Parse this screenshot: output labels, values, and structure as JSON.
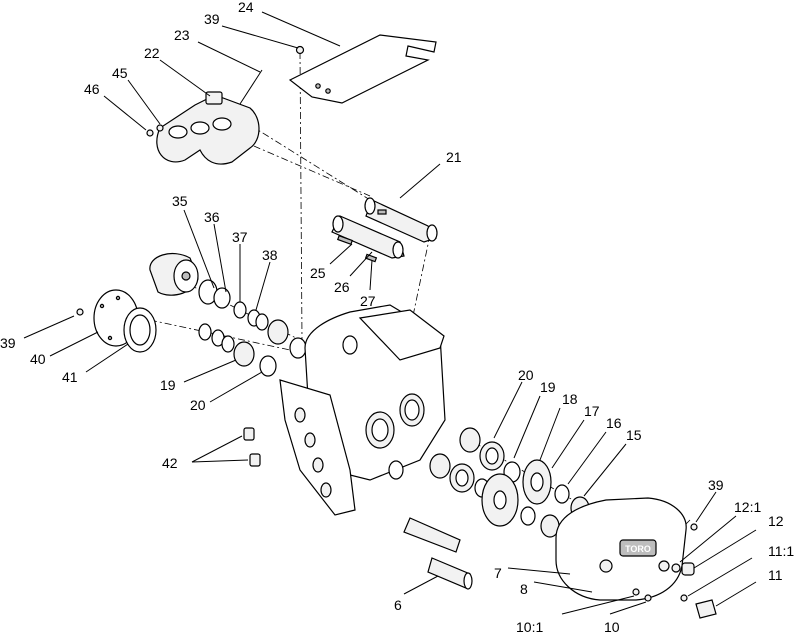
{
  "callouts": [
    {
      "id": "l24",
      "text": "24"
    },
    {
      "id": "l39a",
      "text": "39"
    },
    {
      "id": "l23",
      "text": "23"
    },
    {
      "id": "l22",
      "text": "22"
    },
    {
      "id": "l45",
      "text": "45"
    },
    {
      "id": "l46",
      "text": "46"
    },
    {
      "id": "l21",
      "text": "21"
    },
    {
      "id": "l35",
      "text": "35"
    },
    {
      "id": "l36",
      "text": "36"
    },
    {
      "id": "l37",
      "text": "37"
    },
    {
      "id": "l38",
      "text": "38"
    },
    {
      "id": "l25",
      "text": "25"
    },
    {
      "id": "l26",
      "text": "26"
    },
    {
      "id": "l27",
      "text": "27"
    },
    {
      "id": "l39b",
      "text": "39"
    },
    {
      "id": "l40",
      "text": "40"
    },
    {
      "id": "l41",
      "text": "41"
    },
    {
      "id": "l19a",
      "text": "19"
    },
    {
      "id": "l20a",
      "text": "20"
    },
    {
      "id": "l20b",
      "text": "20"
    },
    {
      "id": "l19b",
      "text": "19"
    },
    {
      "id": "l18",
      "text": "18"
    },
    {
      "id": "l17",
      "text": "17"
    },
    {
      "id": "l16",
      "text": "16"
    },
    {
      "id": "l15",
      "text": "15"
    },
    {
      "id": "l42",
      "text": "42"
    },
    {
      "id": "l39c",
      "text": "39"
    },
    {
      "id": "l12_1",
      "text": "12:1"
    },
    {
      "id": "l12",
      "text": "12"
    },
    {
      "id": "l11_1",
      "text": "11:1"
    },
    {
      "id": "l11",
      "text": "11"
    },
    {
      "id": "l6",
      "text": "6"
    },
    {
      "id": "l7",
      "text": "7"
    },
    {
      "id": "l8",
      "text": "8"
    },
    {
      "id": "l10_1",
      "text": "10:1"
    },
    {
      "id": "l10",
      "text": "10"
    }
  ],
  "cover_logo": "TORO"
}
